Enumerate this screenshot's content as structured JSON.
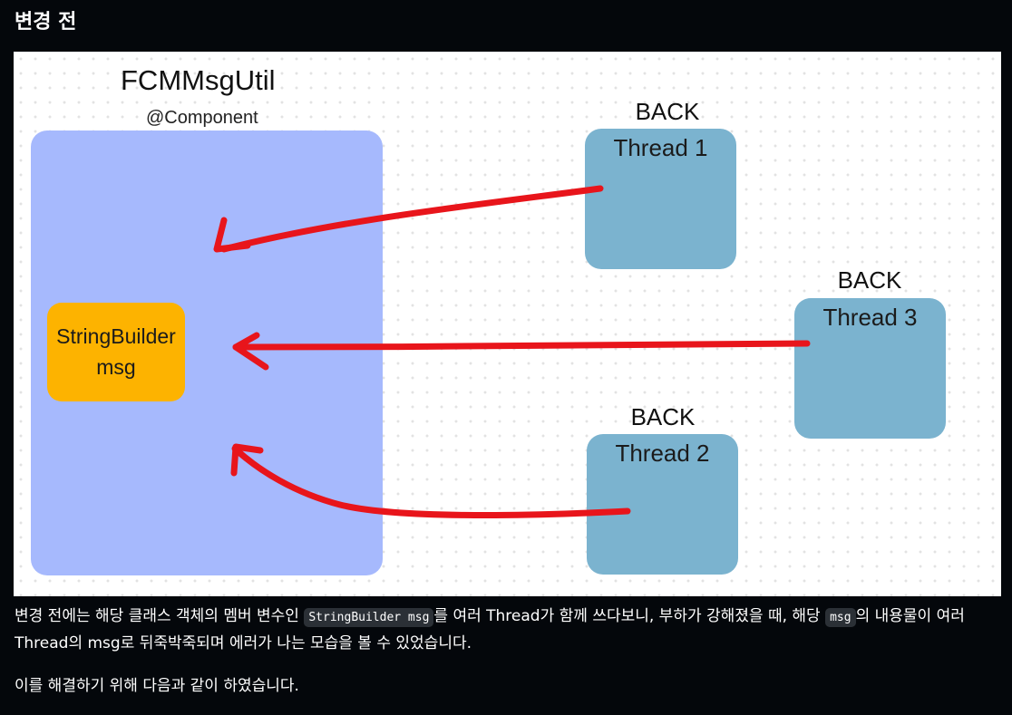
{
  "section": {
    "heading": "변경 전"
  },
  "figure": {
    "class_title": "FCMMsgUtil",
    "annotation": "@Component",
    "field_line1": "StringBuilder",
    "field_line2": "msg",
    "threads": [
      {
        "group": "BACK",
        "name": "Thread 1"
      },
      {
        "group": "BACK",
        "name": "Thread 3"
      },
      {
        "group": "BACK",
        "name": "Thread 2"
      }
    ],
    "colors": {
      "component": "#a6b9fd",
      "field": "#fdb300",
      "thread": "#7bb3cf",
      "arrow": "#e8151b"
    }
  },
  "body": {
    "p1_a": "변경 전에는 해당 클래스 객체의 멤버 변수인 ",
    "p1_code1": "StringBuilder msg",
    "p1_b": "를 여러 Thread가 함께 쓰다보니, 부하가 강해졌을 때, 해당 ",
    "p1_code2": "msg",
    "p1_c": "의 내용물이 여러 Thread의 msg로 뒤죽박죽되며 에러가 나는 모습을 볼 수 있었습니다.",
    "p2": "이를 해결하기 위해 다음과 같이 하였습니다."
  }
}
